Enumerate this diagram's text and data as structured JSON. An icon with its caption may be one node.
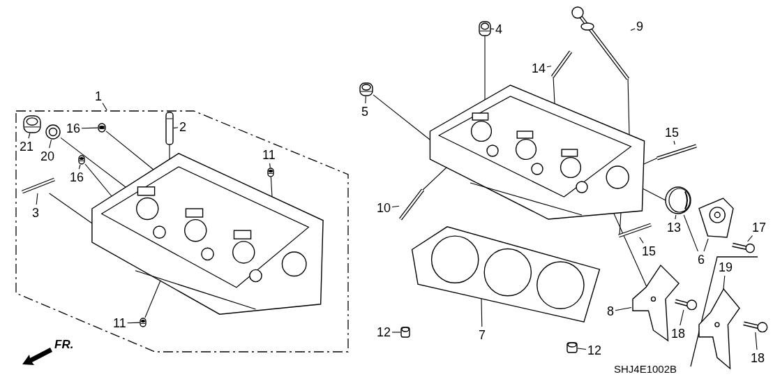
{
  "diagram": {
    "nodes": [
      {
        "text": [
          "1"
        ]
      },
      {
        "text": [],
        "shape": "box"
      },
      {
        "text": [],
        "shape": "picture",
        "in": 1
      },
      {
        "text": [
          "21"
        ],
        "in": 1
      },
      {
        "text": [],
        "shape": "picture",
        "in": 1
      },
      {
        "text": [
          "20"
        ],
        "in": 1
      },
      {
        "text": [],
        "shape": "picture",
        "in": 1
      },
      {
        "text": [
          "16"
        ],
        "in": 1
      },
      {
        "text": [],
        "shape": "picture",
        "in": 1
      },
      {
        "text": [
          "16"
        ],
        "in": 1
      },
      {
        "text": [],
        "shape": "picture",
        "in": 1
      },
      {
        "text": [
          "2"
        ],
        "in": 1
      },
      {
        "text": [],
        "shape": "picture",
        "in": 1
      },
      {
        "text": [
          "3"
        ],
        "in": 1
      },
      {
        "text": [],
        "shape": "picture",
        "in": 1
      },
      {
        "text": [
          "11"
        ],
        "in": 1
      },
      {
        "text": [],
        "shape": "picture",
        "in": 1
      },
      {
        "text": [
          "11"
        ],
        "in": 1
      },
      {
        "text": [],
        "shape": "picture",
        "in": 1
      },
      {
        "text": [
          "4"
        ]
      },
      {
        "text": [],
        "shape": "picture"
      },
      {
        "text": [
          "9"
        ]
      },
      {
        "text": [],
        "shape": "picture"
      },
      {
        "text": [
          "14"
        ]
      },
      {
        "text": [],
        "shape": "picture"
      },
      {
        "text": [
          "5"
        ]
      },
      {
        "text": [],
        "shape": "picture"
      },
      {
        "text": [],
        "shape": "picture"
      },
      {
        "text": [
          "15"
        ]
      },
      {
        "text": [],
        "shape": "picture"
      },
      {
        "text": [
          "10"
        ]
      },
      {
        "text": [],
        "shape": "picture"
      },
      {
        "text": [
          "15"
        ]
      },
      {
        "text": [],
        "shape": "picture"
      },
      {
        "text": [
          "13"
        ]
      },
      {
        "text": [],
        "shape": "picture"
      },
      {
        "text": [
          "6"
        ]
      },
      {
        "text": [],
        "shape": "picture"
      },
      {
        "text": [
          "17"
        ]
      },
      {
        "text": [],
        "shape": "picture"
      },
      {
        "text": [
          "7"
        ]
      },
      {
        "text": [],
        "shape": "picture"
      },
      {
        "text": [
          "12"
        ]
      },
      {
        "text": [],
        "shape": "picture"
      },
      {
        "text": [
          "12"
        ]
      },
      {
        "text": [],
        "shape": "picture"
      },
      {
        "text": [
          "8"
        ]
      },
      {
        "text": [],
        "shape": "picture"
      },
      {
        "text": [
          "18"
        ]
      },
      {
        "text": [],
        "shape": "picture"
      },
      {
        "text": [
          "19"
        ]
      },
      {
        "text": [],
        "shape": "picture"
      },
      {
        "text": [
          "18"
        ]
      },
      {
        "text": [],
        "shape": "picture"
      }
    ],
    "edges": [
      {
        "from": 0,
        "to": 1,
        "arrow": "none"
      },
      {
        "from": 3,
        "to": 4,
        "arrow": "none"
      },
      {
        "from": 5,
        "to": 6,
        "arrow": "none"
      },
      {
        "from": 7,
        "to": 8,
        "arrow": "none"
      },
      {
        "from": 9,
        "to": 10,
        "arrow": "none"
      },
      {
        "from": 11,
        "to": 12,
        "arrow": "none"
      },
      {
        "from": 13,
        "to": 14,
        "arrow": "none"
      },
      {
        "from": 15,
        "to": 16,
        "arrow": "none"
      },
      {
        "from": 17,
        "to": 18,
        "arrow": "none"
      },
      {
        "from": 6,
        "to": 2,
        "arrow": "none"
      },
      {
        "from": 8,
        "to": 2,
        "arrow": "none"
      },
      {
        "from": 10,
        "to": 2,
        "arrow": "none"
      },
      {
        "from": 12,
        "to": 2,
        "arrow": "none"
      },
      {
        "from": 14,
        "to": 2,
        "arrow": "none"
      },
      {
        "from": 16,
        "to": 2,
        "arrow": "none"
      },
      {
        "from": 18,
        "to": 2,
        "arrow": "none"
      },
      {
        "from": 19,
        "to": 20,
        "arrow": "none"
      },
      {
        "from": 21,
        "to": 22,
        "arrow": "none"
      },
      {
        "from": 23,
        "to": 24,
        "arrow": "none"
      },
      {
        "from": 25,
        "to": 26,
        "arrow": "none"
      },
      {
        "from": 28,
        "to": 29,
        "arrow": "none"
      },
      {
        "from": 30,
        "to": 31,
        "arrow": "none"
      },
      {
        "from": 32,
        "to": 33,
        "arrow": "none"
      },
      {
        "from": 34,
        "to": 35,
        "arrow": "none"
      },
      {
        "from": 36,
        "to": 35,
        "arrow": "none"
      },
      {
        "from": 36,
        "to": 37,
        "arrow": "none"
      },
      {
        "from": 38,
        "to": 39,
        "arrow": "none"
      },
      {
        "from": 40,
        "to": 41,
        "arrow": "none"
      },
      {
        "from": 42,
        "to": 43,
        "arrow": "none"
      },
      {
        "from": 44,
        "to": 45,
        "arrow": "none"
      },
      {
        "from": 46,
        "to": 47,
        "arrow": "none"
      },
      {
        "from": 48,
        "to": 49,
        "arrow": "none"
      },
      {
        "from": 50,
        "to": 51,
        "arrow": "none"
      },
      {
        "from": 52,
        "to": 53,
        "arrow": "none"
      },
      {
        "from": 20,
        "to": 27,
        "arrow": "none"
      },
      {
        "from": 22,
        "to": 27,
        "arrow": "none"
      },
      {
        "from": 24,
        "to": 27,
        "arrow": "none"
      },
      {
        "from": 26,
        "to": 27,
        "arrow": "none"
      },
      {
        "from": 29,
        "to": 27,
        "arrow": "none"
      },
      {
        "from": 31,
        "to": 27,
        "arrow": "none"
      },
      {
        "from": 33,
        "to": 27,
        "arrow": "none"
      },
      {
        "from": 35,
        "to": 27,
        "arrow": "none"
      },
      {
        "from": 47,
        "to": 27,
        "arrow": "none"
      }
    ],
    "labels": [
      "FR.",
      "SHJ4E1002B"
    ]
  }
}
